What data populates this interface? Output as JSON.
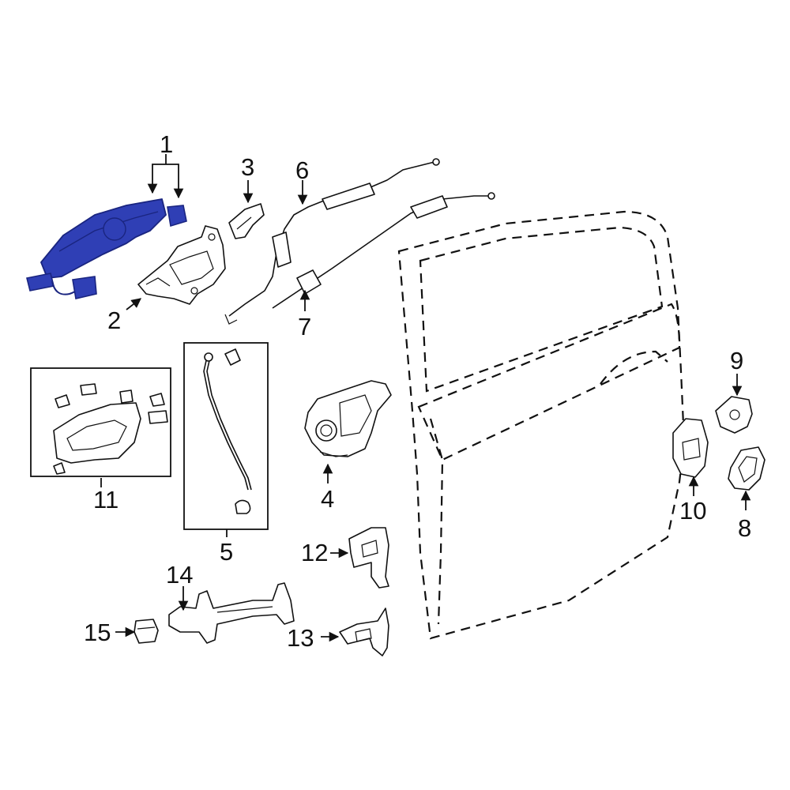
{
  "colors": {
    "highlight": "#2f3fb5",
    "highlight_dark": "#1a2580",
    "line": "#111111",
    "background": "#ffffff"
  },
  "callouts": {
    "c1": "1",
    "c2": "2",
    "c3": "3",
    "c4": "4",
    "c5": "5",
    "c6": "6",
    "c7": "7",
    "c8": "8",
    "c9": "9",
    "c10": "10",
    "c11": "11",
    "c12": "12",
    "c13": "13",
    "c14": "14",
    "c15": "15"
  }
}
